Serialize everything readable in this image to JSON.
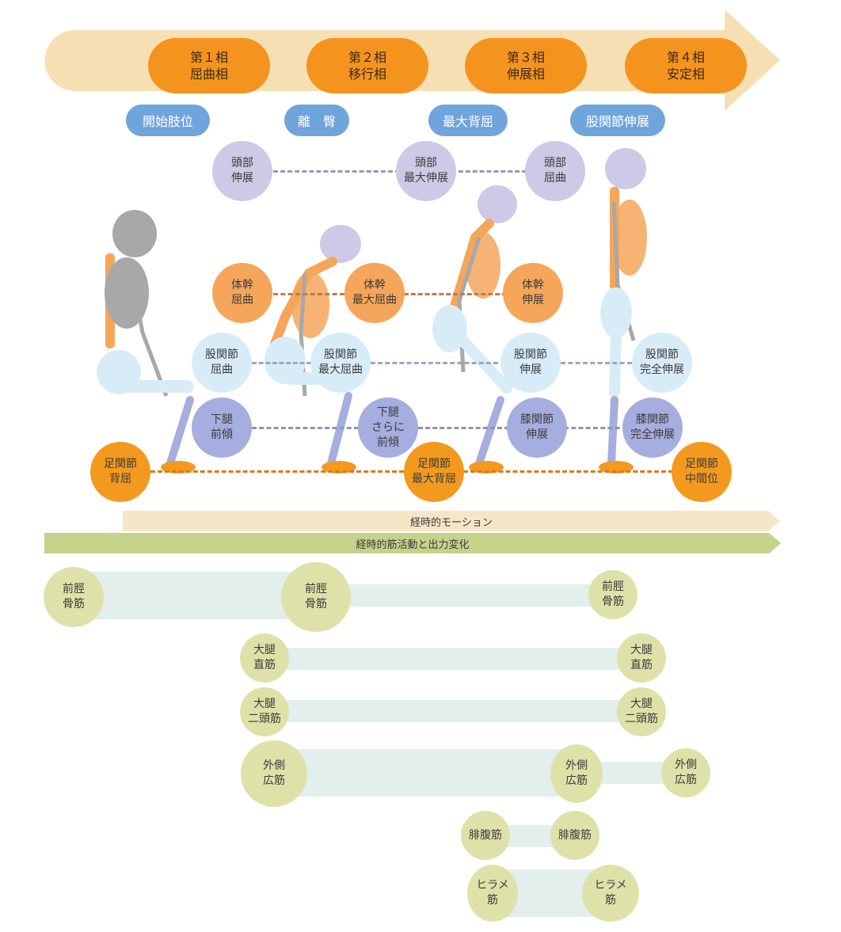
{
  "phases": [
    {
      "line1": "第１相",
      "line2": "屈曲相"
    },
    {
      "line1": "第２相",
      "line2": "移行相"
    },
    {
      "line1": "第３相",
      "line2": "伸展相"
    },
    {
      "line1": "第４相",
      "line2": "安定相"
    }
  ],
  "events": [
    "開始肢位",
    "離　臀",
    "最大背屈",
    "股関節伸展"
  ],
  "joints": {
    "head": [
      {
        "l1": "頭部",
        "l2": "伸展"
      },
      {
        "l1": "頭部",
        "l2": "最大伸展"
      },
      {
        "l1": "頭部",
        "l2": "屈曲"
      }
    ],
    "trunk": [
      {
        "l1": "体幹",
        "l2": "屈曲"
      },
      {
        "l1": "体幹",
        "l2": "最大屈曲"
      },
      {
        "l1": "体幹",
        "l2": "伸展"
      }
    ],
    "hip": [
      {
        "l1": "股関節",
        "l2": "屈曲"
      },
      {
        "l1": "股関節",
        "l2": "最大屈曲"
      },
      {
        "l1": "股関節",
        "l2": "伸展"
      },
      {
        "l1": "股関節",
        "l2": "完全伸展"
      }
    ],
    "shank": [
      {
        "l1": "下腿",
        "l2": "前傾"
      },
      {
        "l1": "下腿",
        "l2": "さらに",
        "l3": "前傾"
      },
      {
        "l1": "膝関節",
        "l2": "伸展"
      },
      {
        "l1": "膝関節",
        "l2": "完全伸展"
      }
    ],
    "ankle": [
      {
        "l1": "足関節",
        "l2": "背屈"
      },
      {
        "l1": "足関節",
        "l2": "最大背屈"
      },
      {
        "l1": "足関節",
        "l2": "中間位"
      }
    ]
  },
  "timeline": {
    "motion_label": "経時的モーション",
    "muscle_label": "経時的筋活動と出力変化"
  },
  "muscles": {
    "tibialis": [
      {
        "l1": "前脛",
        "l2": "骨筋"
      },
      {
        "l1": "前脛",
        "l2": "骨筋"
      },
      {
        "l1": "前脛",
        "l2": "骨筋"
      }
    ],
    "rectus": [
      {
        "l1": "大腿",
        "l2": "直筋"
      },
      {
        "l1": "大腿",
        "l2": "直筋"
      }
    ],
    "biceps": [
      {
        "l1": "大腿",
        "l2": "二頭筋"
      },
      {
        "l1": "大腿",
        "l2": "二頭筋"
      }
    ],
    "vastus": [
      {
        "l1": "外側",
        "l2": "広筋"
      },
      {
        "l1": "外側",
        "l2": "広筋"
      },
      {
        "l1": "外側",
        "l2": "広筋"
      }
    ],
    "gastro": [
      {
        "l1": "腓腹筋"
      },
      {
        "l1": "腓腹筋"
      }
    ],
    "soleus": [
      {
        "l1": "ヒラメ",
        "l2": "筋"
      },
      {
        "l1": "ヒラメ",
        "l2": "筋"
      }
    ]
  },
  "colors": {
    "phase": "#f4941e",
    "event": "#6fa4dc",
    "head": "#cfc8e6",
    "trunk": "#f5a65b",
    "hip": "#d8ecf8",
    "shank": "#a6addf",
    "ankle": "#f39a1e",
    "muscle": "#dfe2a8",
    "band": "#e2efec"
  }
}
